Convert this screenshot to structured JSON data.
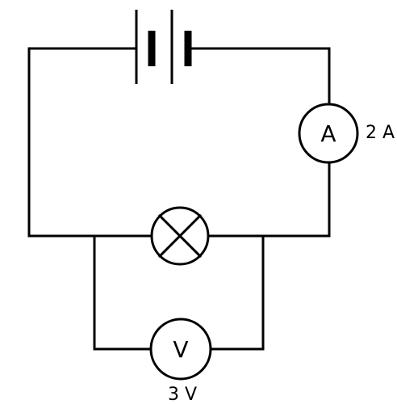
{
  "diagram": {
    "ammeter": {
      "symbol": "A",
      "reading": "2 A"
    },
    "voltmeter": {
      "symbol": "V",
      "reading": "3 V"
    },
    "icons": [
      "battery-icon",
      "ammeter-icon",
      "lamp-icon",
      "voltmeter-icon"
    ]
  }
}
